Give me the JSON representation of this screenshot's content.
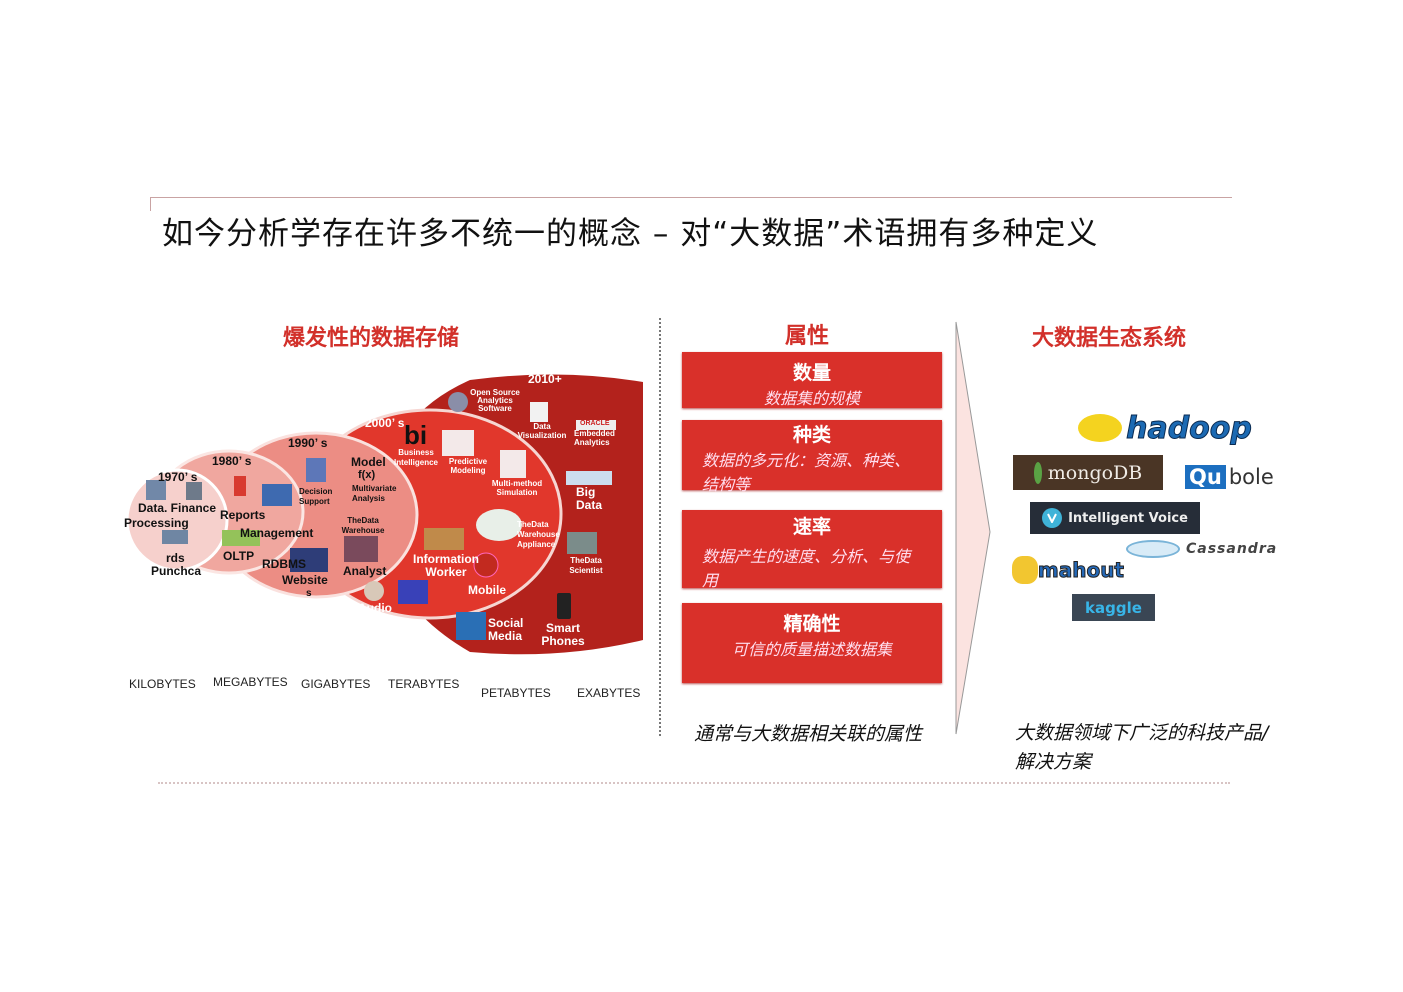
{
  "title": "如今分析学存在许多不统一的概念  –  对“大数据”术语拥有多种定义",
  "left_section": {
    "heading": "爆发性的数据存储",
    "eras": [
      "1970’ s",
      "1980’ s",
      "1990’ s",
      "2000’ s",
      "2010+"
    ],
    "labels": {
      "data_processing": "Data. Finance",
      "processing": "Processing",
      "reports": "Reports",
      "management": "Management",
      "oltp": "OLTP",
      "rds": "rds",
      "punchca": "Punchca",
      "rdbms": "RDBMS",
      "websites": "Website",
      "websites_s": "s",
      "decision_support": "Decision Support",
      "model": "Model",
      "fx": "f(x)",
      "multivariate": "Multivariate Analysis",
      "data_warehouse": "TheData Warehouse",
      "analyst": "Analyst",
      "audio": "Audio",
      "bi": "bi",
      "business_intelligence": "Business Intelligence",
      "predictive_modeling": "Predictive Modeling",
      "multi_method": "Multi-method Simulation",
      "information_worker": "Information Worker",
      "mobile": "Mobile",
      "dw_appliance": "TheData Warehouse Appliance",
      "open_source": "Open Source Analytics Software",
      "data_viz": "Data Visualization",
      "embedded": "Embedded Analytics",
      "oracle": "ORACLE",
      "big_data": "Big Data",
      "data_scientist": "TheData Scientist",
      "social_media": "Social Media",
      "smart_phones": "Smart Phones"
    },
    "scale": [
      "KILOBYTES",
      "MEGABYTES",
      "GIGABYTES",
      "TERABYTES",
      "PETABYTES",
      "EXABYTES"
    ]
  },
  "middle_section": {
    "heading": "属性",
    "boxes": [
      {
        "title": "数量",
        "desc": "数据集的规模"
      },
      {
        "title": "种类",
        "desc": "数据的多元化：资源、种类、结构等"
      },
      {
        "title": "速率",
        "desc": "数据产生的速度、分析、与使用"
      },
      {
        "title": "精确性",
        "desc": "可信的质量描述数据集"
      }
    ],
    "caption": "通常与大数据相关联的属性"
  },
  "right_section": {
    "heading": "大数据生态系统",
    "logos": [
      "hadoop",
      "mongoDB",
      "Qu",
      "bole",
      "Intelligent Voice",
      "Cassandra",
      "mahout",
      "kaggle"
    ],
    "caption": "大数据领域下广泛的科技产品/解决方案"
  },
  "colors": {
    "accent": "#d2302a",
    "dark_red": "#b3221c",
    "mid_red": "#e1372c",
    "pink": "#ec8d84",
    "light_pink": "#f4c9c4"
  }
}
